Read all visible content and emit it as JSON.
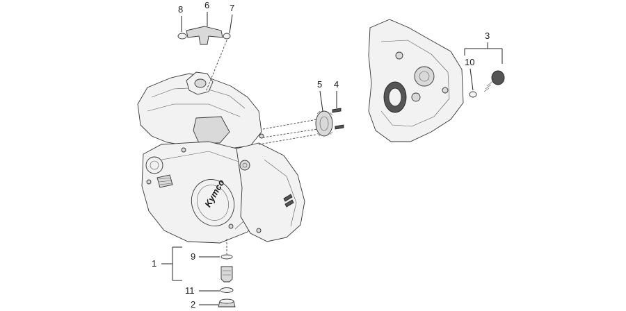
{
  "callouts": {
    "c1": "1",
    "c2": "2",
    "c3": "3",
    "c4": "4",
    "c5": "5",
    "c6": "6",
    "c7": "7",
    "c8": "8",
    "c9": "9",
    "c10": "10",
    "c11": "11"
  },
  "engine_cover_logo": "Kymco"
}
